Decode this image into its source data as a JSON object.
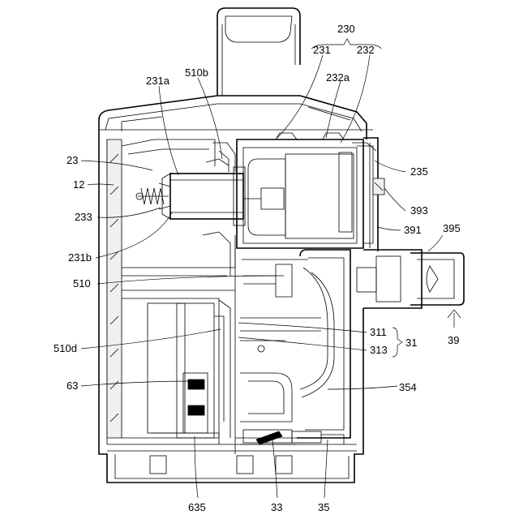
{
  "labels": {
    "l230": "230",
    "l231": "231",
    "l232": "232",
    "l232a": "232a",
    "l231a": "231a",
    "l510b": "510b",
    "l23": "23",
    "l12": "12",
    "l233": "233",
    "l231b": "231b",
    "l510": "510",
    "l510d": "510d",
    "l63": "63",
    "l635": "635",
    "l33": "33",
    "l35": "35",
    "l354": "354",
    "l311": "311",
    "l313": "313",
    "l31": "31",
    "l39": "39",
    "l391": "391",
    "l393": "393",
    "l395": "395",
    "l235": "235"
  }
}
